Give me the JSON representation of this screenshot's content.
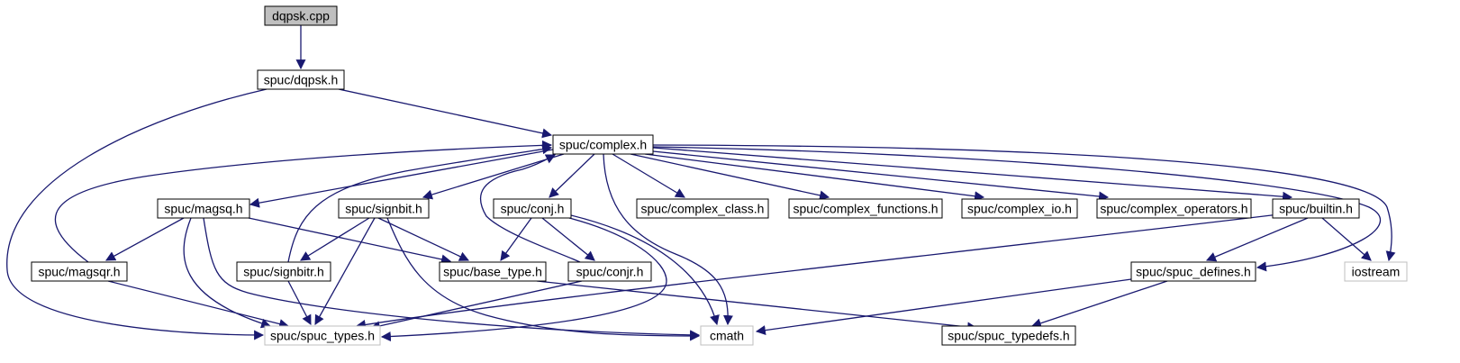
{
  "colors": {
    "edge": "#191970",
    "node_border": "#000000",
    "external_border": "#bfbfbf",
    "root_fill": "#bfbfbf",
    "node_fill": "#ffffff"
  },
  "nodes": [
    {
      "id": "dqpsk_cpp",
      "label": "dqpsk.cpp",
      "kind": "root"
    },
    {
      "id": "dqpsk_h",
      "label": "spuc/dqpsk.h",
      "kind": "file"
    },
    {
      "id": "complex_h",
      "label": "spuc/complex.h",
      "kind": "file"
    },
    {
      "id": "spuc_types_h",
      "label": "spuc/spuc_types.h",
      "kind": "external"
    },
    {
      "id": "magsq_h",
      "label": "spuc/magsq.h",
      "kind": "file"
    },
    {
      "id": "signbit_h",
      "label": "spuc/signbit.h",
      "kind": "file"
    },
    {
      "id": "conj_h",
      "label": "spuc/conj.h",
      "kind": "file"
    },
    {
      "id": "complex_class_h",
      "label": "spuc/complex_class.h",
      "kind": "file"
    },
    {
      "id": "complex_functions_h",
      "label": "spuc/complex_functions.h",
      "kind": "file"
    },
    {
      "id": "complex_io_h",
      "label": "spuc/complex_io.h",
      "kind": "file"
    },
    {
      "id": "complex_operators_h",
      "label": "spuc/complex_operators.h",
      "kind": "file"
    },
    {
      "id": "builtin_h",
      "label": "spuc/builtin.h",
      "kind": "file"
    },
    {
      "id": "magsqr_h",
      "label": "spuc/magsqr.h",
      "kind": "file"
    },
    {
      "id": "signbitr_h",
      "label": "spuc/signbitr.h",
      "kind": "file"
    },
    {
      "id": "base_type_h",
      "label": "spuc/base_type.h",
      "kind": "file"
    },
    {
      "id": "conjr_h",
      "label": "spuc/conjr.h",
      "kind": "file"
    },
    {
      "id": "spuc_defines_h",
      "label": "spuc/spuc_defines.h",
      "kind": "file"
    },
    {
      "id": "iostream",
      "label": "iostream",
      "kind": "external"
    },
    {
      "id": "cmath",
      "label": "cmath",
      "kind": "external"
    },
    {
      "id": "spuc_typedefs_h",
      "label": "spuc/spuc_typedefs.h",
      "kind": "file"
    }
  ],
  "edges": [
    {
      "from": "dqpsk_cpp",
      "to": "dqpsk_h"
    },
    {
      "from": "dqpsk_h",
      "to": "complex_h"
    },
    {
      "from": "dqpsk_h",
      "to": "spuc_types_h"
    },
    {
      "from": "complex_h",
      "to": "magsq_h"
    },
    {
      "from": "complex_h",
      "to": "signbit_h"
    },
    {
      "from": "complex_h",
      "to": "conj_h"
    },
    {
      "from": "complex_h",
      "to": "complex_class_h"
    },
    {
      "from": "complex_h",
      "to": "complex_functions_h"
    },
    {
      "from": "complex_h",
      "to": "complex_io_h"
    },
    {
      "from": "complex_h",
      "to": "complex_operators_h"
    },
    {
      "from": "complex_h",
      "to": "builtin_h"
    },
    {
      "from": "complex_h",
      "to": "spuc_defines_h"
    },
    {
      "from": "complex_h",
      "to": "iostream"
    },
    {
      "from": "complex_h",
      "to": "cmath"
    },
    {
      "from": "magsq_h",
      "to": "magsqr_h"
    },
    {
      "from": "magsq_h",
      "to": "base_type_h"
    },
    {
      "from": "magsq_h",
      "to": "spuc_types_h"
    },
    {
      "from": "magsq_h",
      "to": "cmath"
    },
    {
      "from": "magsqr_h",
      "to": "complex_h"
    },
    {
      "from": "magsqr_h",
      "to": "spuc_types_h"
    },
    {
      "from": "signbit_h",
      "to": "signbitr_h"
    },
    {
      "from": "signbit_h",
      "to": "base_type_h"
    },
    {
      "from": "signbit_h",
      "to": "spuc_types_h"
    },
    {
      "from": "signbit_h",
      "to": "cmath"
    },
    {
      "from": "signbitr_h",
      "to": "complex_h"
    },
    {
      "from": "signbitr_h",
      "to": "spuc_types_h"
    },
    {
      "from": "conj_h",
      "to": "base_type_h"
    },
    {
      "from": "conj_h",
      "to": "conjr_h"
    },
    {
      "from": "conj_h",
      "to": "spuc_types_h"
    },
    {
      "from": "conj_h",
      "to": "cmath"
    },
    {
      "from": "conjr_h",
      "to": "complex_h"
    },
    {
      "from": "conjr_h",
      "to": "spuc_types_h"
    },
    {
      "from": "base_type_h",
      "to": "spuc_typedefs_h"
    },
    {
      "from": "builtin_h",
      "to": "spuc_defines_h"
    },
    {
      "from": "builtin_h",
      "to": "iostream"
    },
    {
      "from": "builtin_h",
      "to": "spuc_types_h"
    },
    {
      "from": "spuc_defines_h",
      "to": "cmath"
    },
    {
      "from": "spuc_defines_h",
      "to": "spuc_typedefs_h"
    }
  ]
}
